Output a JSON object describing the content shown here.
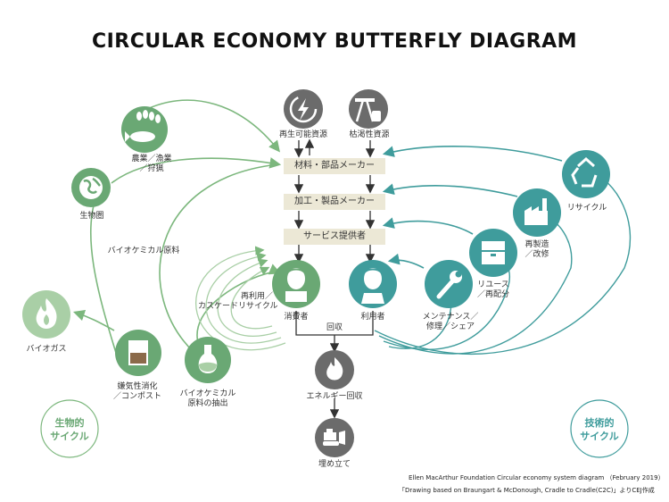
{
  "title": "CIRCULAR ECONOMY BUTTERFLY DIAGRAM",
  "colors": {
    "bio": "#6aa874",
    "bio_light": "#a9cfa6",
    "tech": "#3f9c9c",
    "tech_light": "#8cc7c5",
    "neutral": "#6b6b6b",
    "box": "#ece8d6"
  },
  "top": {
    "renewable": "再生可能資源",
    "finite": "枯渇性資源"
  },
  "chain": {
    "materials": "材料・部品メーカー",
    "products": "加工・製品メーカー",
    "service": "サービス提供者"
  },
  "users": {
    "consumer": "消費者",
    "user": "利用者"
  },
  "flow": {
    "collection": "回収",
    "energy": "エネルギー回収",
    "landfill": "埋め立て"
  },
  "bio": {
    "agri": [
      "農業／漁業",
      "／狩猟"
    ],
    "biosphere": "生物圏",
    "biochem_feedstock": "バイオケミカル原料",
    "cascade": [
      "再利用／",
      "カスケードリサイクル"
    ],
    "biogas": "バイオガス",
    "digestion": [
      "嫌気性消化",
      "／コンポスト"
    ],
    "extraction": [
      "バイオケミカル",
      "原料の抽出"
    ],
    "cycle": [
      "生物的",
      "サイクル"
    ]
  },
  "tech": {
    "recycle": "リサイクル",
    "remanufacture": [
      "再製造",
      "／改修"
    ],
    "reuse": [
      "リユース",
      "／再配分"
    ],
    "maintain": [
      "メンテナンス／",
      "修理／シェア"
    ],
    "cycle": [
      "技術的",
      "サイクル"
    ]
  },
  "credit": {
    "line1": "Ellen MacArthur Foundation Circular economy system diagram （February 2019）",
    "line2": "「Drawing based on Braungart & McDonough, Cradle to Cradle(C2C)」よりCEJ作成"
  },
  "icons": [
    "lightning-icon",
    "oil-pump-icon",
    "wheat-icon",
    "fish-icon",
    "globe-icon",
    "flame-icon",
    "soil-bin-icon",
    "flask-icon",
    "recycle-icon",
    "factory-icon",
    "box-icon",
    "wrench-icon",
    "consumer-icon",
    "user-icon",
    "landfill-bulldozer-icon"
  ]
}
